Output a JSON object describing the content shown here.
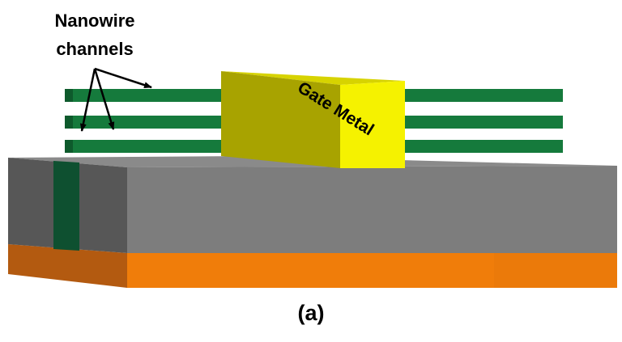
{
  "figure": {
    "annotation_label_line1": "Nanowire",
    "annotation_label_line2": "channels",
    "gate_label": "Gate Metal",
    "panel_label": "(a)"
  },
  "colors": {
    "nanowire_green": "#157a3c",
    "nanowire_end": "#0e5a2c",
    "gate_front": "#f5f200",
    "gate_side": "#a8a300",
    "gate_top": "#d7d300",
    "substrate_top": "#808080",
    "substrate_front": "#7d7d7d",
    "substrate_left": "#575757",
    "orange_front": "#f07d0a",
    "orange_left": "#b35a10",
    "buried_channel": "#0e5030"
  }
}
